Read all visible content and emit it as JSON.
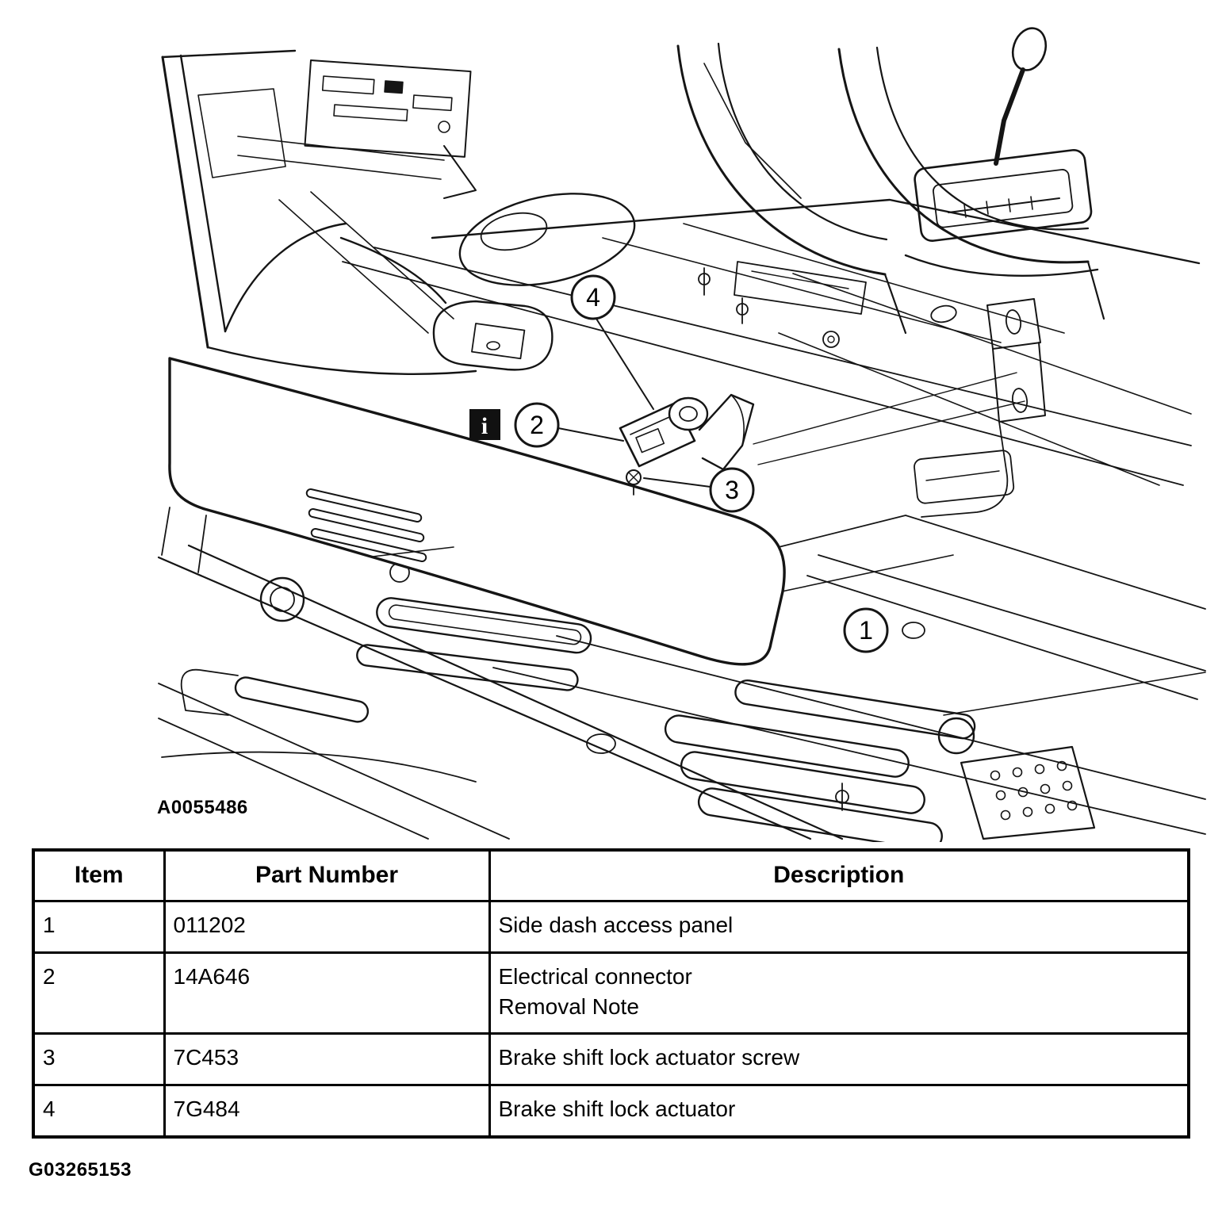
{
  "figure": {
    "id_label": "A0055486",
    "doc_id": "G03265153",
    "info_icon": "i",
    "callouts": [
      {
        "number": "1"
      },
      {
        "number": "2"
      },
      {
        "number": "3"
      },
      {
        "number": "4"
      }
    ]
  },
  "table": {
    "headers": [
      "Item",
      "Part Number",
      "Description"
    ],
    "rows": [
      {
        "item": "1",
        "part_number": "011202",
        "description": "Side dash access panel",
        "description2": ""
      },
      {
        "item": "2",
        "part_number": "14A646",
        "description": "Electrical connector",
        "description2": "Removal Note"
      },
      {
        "item": "3",
        "part_number": "7C453",
        "description": "Brake shift lock actuator screw",
        "description2": ""
      },
      {
        "item": "4",
        "part_number": "7G484",
        "description": "Brake shift lock actuator",
        "description2": ""
      }
    ]
  }
}
